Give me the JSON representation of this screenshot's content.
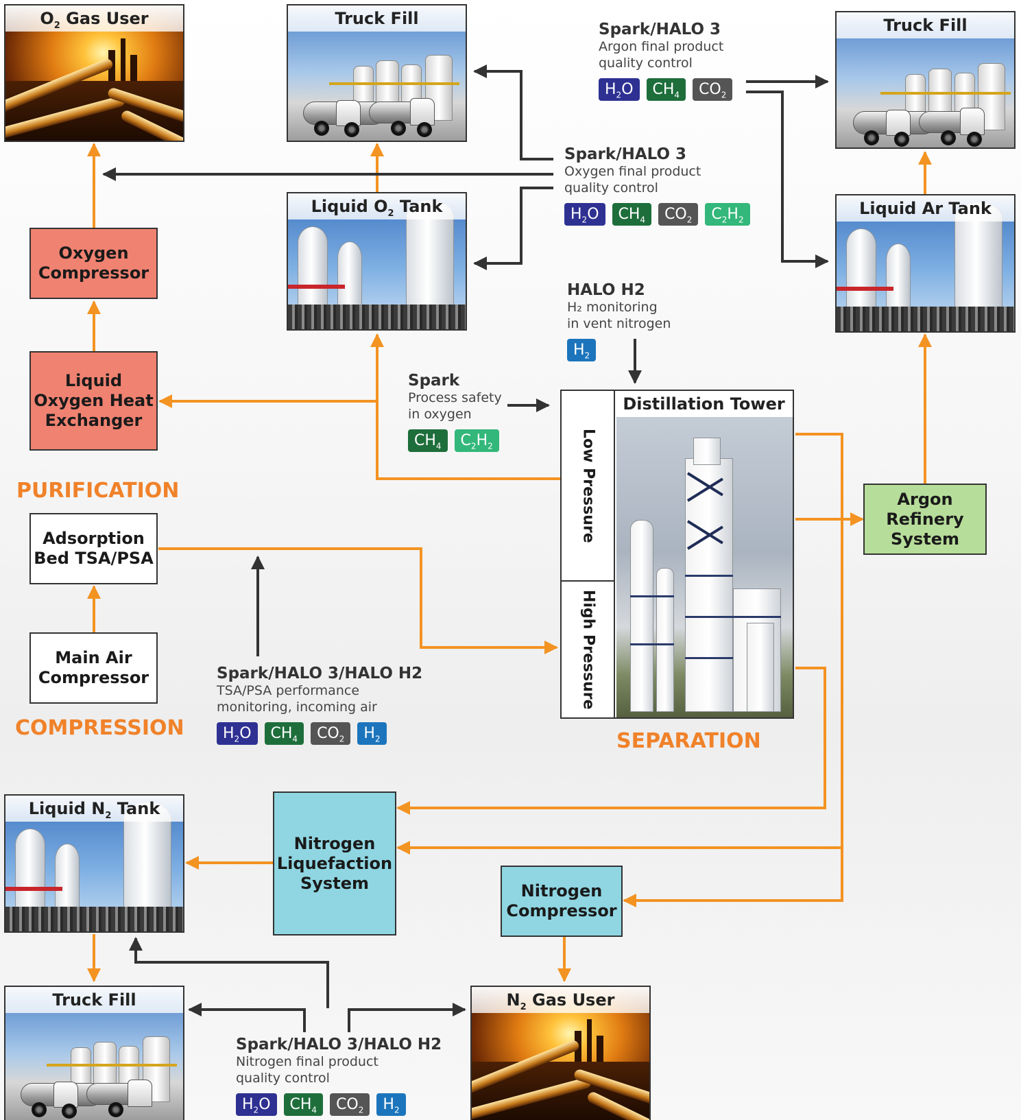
{
  "tiles": {
    "o2_gas_user": {
      "pre": "O",
      "sub": "2",
      "post": " Gas User"
    },
    "truck_fill_top": {
      "label": "Truck Fill"
    },
    "truck_fill_argon": {
      "label": "Truck Fill"
    },
    "liquid_o2_tank": {
      "pre": "Liquid O",
      "sub": "2",
      "post": " Tank"
    },
    "liquid_ar_tank": {
      "label": "Liquid Ar Tank"
    },
    "liquid_n2_tank": {
      "pre": "Liquid N",
      "sub": "2",
      "post": " Tank"
    },
    "truck_fill_bottom": {
      "label": "Truck Fill"
    },
    "n2_gas_user": {
      "pre": "N",
      "sub": "2",
      "post": " Gas User"
    }
  },
  "boxes": {
    "oxygen_compressor": "Oxygen\nCompressor",
    "liquid_oxygen_heat_exchanger": "Liquid\nOxygen Heat\nExchanger",
    "adsorption_bed": "Adsorption\nBed TSA/PSA",
    "main_air_compressor": "Main Air\nCompressor",
    "argon_refinery": "Argon\nRefinery\nSystem",
    "nitrogen_liquefaction": "Nitrogen\nLiquefaction\nSystem",
    "nitrogen_compressor": "Nitrogen\nCompressor"
  },
  "stages": {
    "purification": "PURIFICATION",
    "compression": "COMPRESSION",
    "separation": "SEPARATION"
  },
  "tower": {
    "title": "Distillation Tower",
    "low_pressure": "Low Pressure",
    "high_pressure": "High Pressure"
  },
  "chip_types": {
    "H2O": {
      "pre": "H",
      "sub": "2",
      "post": "O",
      "color": "#2e3192"
    },
    "CH4": {
      "pre": "CH",
      "sub": "4",
      "post": "",
      "color": "#1e6e3b"
    },
    "CO2": {
      "pre": "CO",
      "sub": "2",
      "post": "",
      "color": "#555555"
    },
    "C2H2": {
      "pre": "C",
      "sub": "2",
      "post": "H",
      "sub2": "2",
      "color": "#33b77a"
    },
    "H2": {
      "pre": "H",
      "sub": "2",
      "post": "",
      "color": "#1c75bc"
    }
  },
  "notes": {
    "argon": {
      "title": "Spark/HALO 3",
      "lines": [
        "Argon final product",
        "quality control"
      ],
      "chips": [
        "H2O",
        "CH4",
        "CO2"
      ]
    },
    "oxygen": {
      "title": "Spark/HALO 3",
      "lines": [
        "Oxygen final product",
        "quality control"
      ],
      "chips": [
        "H2O",
        "CH4",
        "CO2",
        "C2H2"
      ]
    },
    "halo_h2": {
      "title": "HALO H2",
      "lines": [
        "H₂ monitoring",
        "in vent nitrogen"
      ],
      "chips": [
        "H2"
      ]
    },
    "spark": {
      "title": "Spark",
      "lines": [
        "Process safety",
        "in oxygen"
      ],
      "chips": [
        "CH4",
        "C2H2"
      ]
    },
    "tsa_psa": {
      "title": "Spark/HALO 3/HALO H2",
      "lines": [
        "TSA/PSA performance",
        "monitoring, incoming air"
      ],
      "chips": [
        "H2O",
        "CH4",
        "CO2",
        "H2"
      ]
    },
    "nitrogen": {
      "title": "Spark/HALO 3/HALO H2",
      "lines": [
        "Nitrogen final product",
        "quality control"
      ],
      "chips": [
        "H2O",
        "CH4",
        "CO2",
        "H2"
      ]
    }
  },
  "colors": {
    "process_flow": "#f39322",
    "analyzer_link": "#333333",
    "purification_box": "#f08271",
    "argon_box": "#b7dd9a",
    "nitrogen_box": "#8fd6e2",
    "stage_label": "#f0822a"
  }
}
